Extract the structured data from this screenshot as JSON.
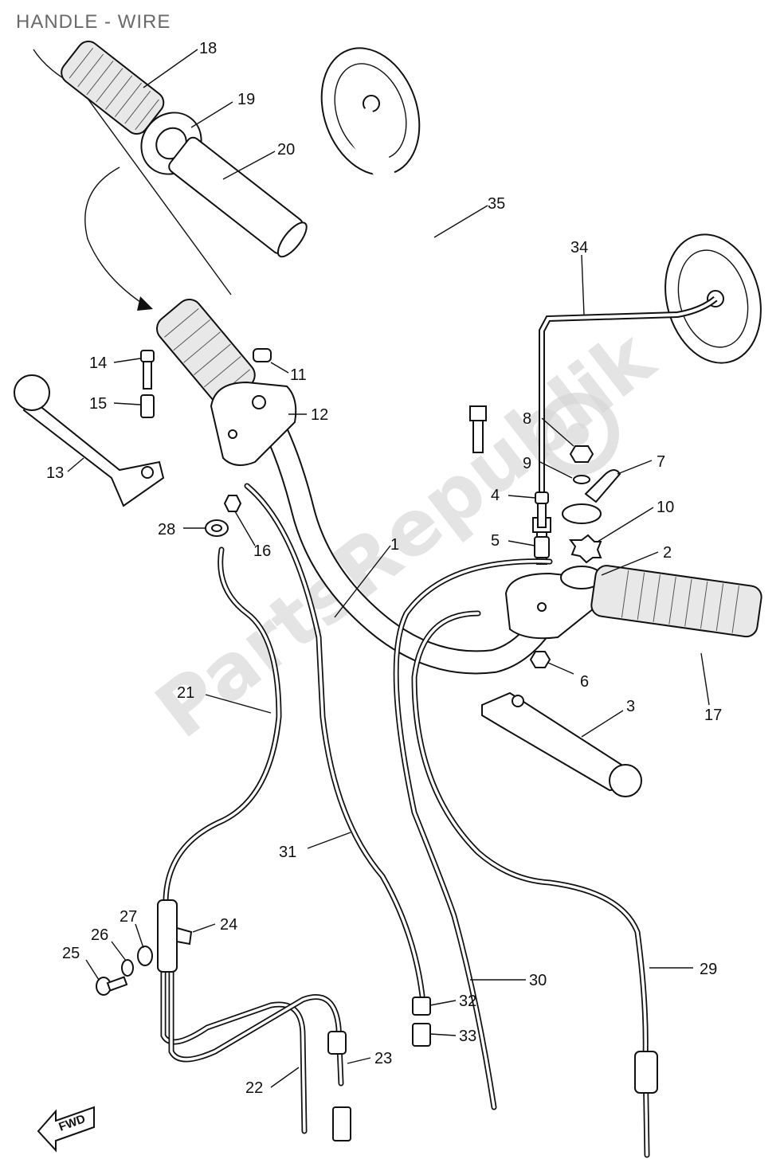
{
  "title": "HANDLE - WIRE",
  "watermark": "PartsRepublik",
  "direction_marker": "FWD",
  "callouts": [
    {
      "id": "1",
      "label": "1"
    },
    {
      "id": "2",
      "label": "2"
    },
    {
      "id": "3",
      "label": "3"
    },
    {
      "id": "4",
      "label": "4"
    },
    {
      "id": "5",
      "label": "5"
    },
    {
      "id": "6",
      "label": "6"
    },
    {
      "id": "7",
      "label": "7"
    },
    {
      "id": "8",
      "label": "8"
    },
    {
      "id": "9",
      "label": "9"
    },
    {
      "id": "10",
      "label": "10"
    },
    {
      "id": "11",
      "label": "11"
    },
    {
      "id": "12",
      "label": "12"
    },
    {
      "id": "13",
      "label": "13"
    },
    {
      "id": "14",
      "label": "14"
    },
    {
      "id": "15",
      "label": "15"
    },
    {
      "id": "16",
      "label": "16"
    },
    {
      "id": "17",
      "label": "17"
    },
    {
      "id": "18",
      "label": "18"
    },
    {
      "id": "19",
      "label": "19"
    },
    {
      "id": "20",
      "label": "20"
    },
    {
      "id": "21",
      "label": "21"
    },
    {
      "id": "22",
      "label": "22"
    },
    {
      "id": "23",
      "label": "23"
    },
    {
      "id": "24",
      "label": "24"
    },
    {
      "id": "25",
      "label": "25"
    },
    {
      "id": "26",
      "label": "26"
    },
    {
      "id": "27",
      "label": "27"
    },
    {
      "id": "28",
      "label": "28"
    },
    {
      "id": "29",
      "label": "29"
    },
    {
      "id": "30",
      "label": "30"
    },
    {
      "id": "31",
      "label": "31"
    },
    {
      "id": "32",
      "label": "32"
    },
    {
      "id": "33",
      "label": "33"
    },
    {
      "id": "34",
      "label": "34"
    },
    {
      "id": "35",
      "label": "35"
    }
  ]
}
